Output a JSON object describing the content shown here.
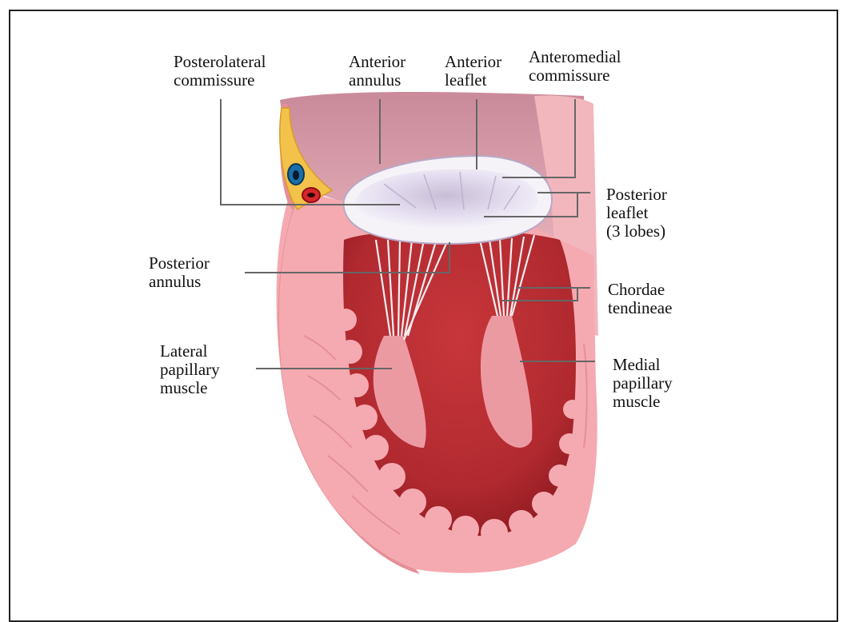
{
  "colors": {
    "tissue": "#f4aab0",
    "tissue_light": "#f8c6c8",
    "cavity": "#c7363a",
    "cavity_deep": "#9e1f25",
    "fat": "#f2c24a",
    "valve": "#e7e1ee",
    "leader": "#666666"
  },
  "labels": {
    "posterolateral_commissure": "Posterolateral\ncommissure",
    "anterior_annulus": "Anterior\nannulus",
    "anterior_leaflet": "Anterior\nleaflet",
    "anteromedial_commissure": "Anteromedial\ncommissure",
    "posterior_leaflet": "Posterior\nleaflet\n(3 lobes)",
    "posterior_annulus": "Posterior\nannulus",
    "chordae_tendineae": "Chordae\ntendineae",
    "lateral_papillary_muscle": "Lateral\npapillary\nmuscle",
    "medial_papillary_muscle": "Medial\npapillary\nmuscle"
  }
}
